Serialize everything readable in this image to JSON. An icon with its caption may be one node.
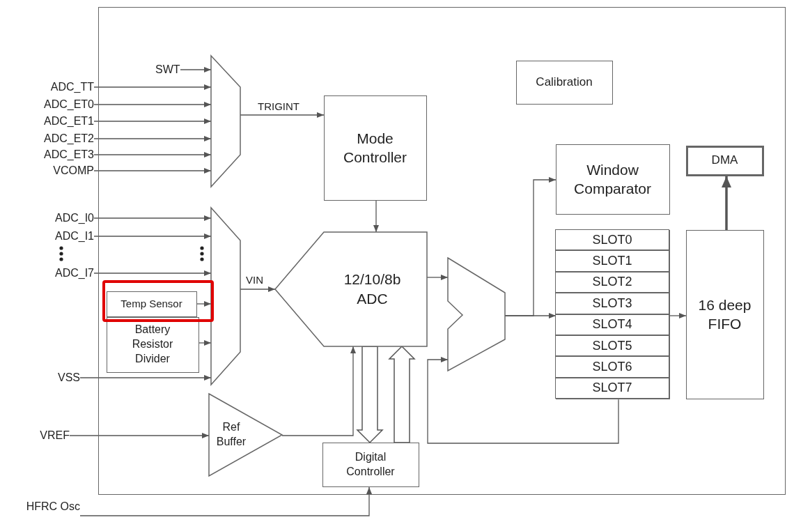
{
  "diagram": {
    "nodes": [
      {
        "text": [],
        "shape": "box"
      },
      {
        "text": [
          "SWT"
        ],
        "in": 0
      },
      {
        "text": [
          "ADC_TT"
        ]
      },
      {
        "text": [
          "ADC_ET0"
        ]
      },
      {
        "text": [
          "ADC_ET1"
        ]
      },
      {
        "text": [
          "ADC_ET2"
        ]
      },
      {
        "text": [
          "ADC_ET3"
        ]
      },
      {
        "text": [
          "VCOMP"
        ]
      },
      {
        "text": [],
        "shape": "trapezoid",
        "in": 0
      },
      {
        "text": [
          "Calibration"
        ],
        "in": 0
      },
      {
        "text": [
          "Mode Controller"
        ],
        "in": 0
      },
      {
        "text": [
          "ADC_I0"
        ]
      },
      {
        "text": [
          "ADC_I1"
        ]
      },
      {
        "text": [
          "ADC_I7"
        ]
      },
      {
        "text": [
          "Temp Sensor"
        ],
        "in": 0
      },
      {
        "text": [
          "Battery Resistor Divider"
        ],
        "in": 0
      },
      {
        "text": [
          "VSS"
        ]
      },
      {
        "text": [],
        "shape": "trapezoid",
        "in": 0
      },
      {
        "text": [
          "12/10/8b ADC"
        ],
        "in": 0
      },
      {
        "text": [
          "VREF"
        ]
      },
      {
        "text": [
          "Ref Buffer"
        ],
        "in": 0
      },
      {
        "text": [
          "Digital Controller"
        ],
        "in": 0
      },
      {
        "text": [
          "HFRC Osc"
        ]
      },
      {
        "text": [],
        "shape": "trapezoid",
        "in": 0
      },
      {
        "text": [
          "Window Comparator"
        ],
        "in": 0
      },
      {
        "text": [],
        "shape": "box",
        "in": 0
      },
      {
        "text": [
          "SLOT0"
        ],
        "in": 25
      },
      {
        "text": [
          "SLOT1"
        ],
        "in": 25
      },
      {
        "text": [
          "SLOT2"
        ],
        "in": 25
      },
      {
        "text": [
          "SLOT3"
        ],
        "in": 25
      },
      {
        "text": [
          "SLOT4"
        ],
        "in": 25
      },
      {
        "text": [
          "SLOT5"
        ],
        "in": 25
      },
      {
        "text": [
          "SLOT6"
        ],
        "in": 25
      },
      {
        "text": [
          "SLOT7"
        ],
        "in": 25
      },
      {
        "text": [
          "16 deep FIFO"
        ],
        "in": 0
      },
      {
        "text": [
          "DMA"
        ],
        "in": 0
      }
    ],
    "edges": [
      {
        "from": 1,
        "to": 8,
        "arrow": "to"
      },
      {
        "from": 2,
        "to": 8,
        "arrow": "to"
      },
      {
        "from": 3,
        "to": 8,
        "arrow": "to"
      },
      {
        "from": 4,
        "to": 8,
        "arrow": "to"
      },
      {
        "from": 5,
        "to": 8,
        "arrow": "to"
      },
      {
        "from": 6,
        "to": 8,
        "arrow": "to"
      },
      {
        "from": 7,
        "to": 8,
        "arrow": "to"
      },
      {
        "from": 8,
        "to": 10,
        "arrow": "to",
        "label": "TRIGINT"
      },
      {
        "from": 10,
        "to": 18,
        "arrow": "to"
      },
      {
        "from": 11,
        "to": 17,
        "arrow": "to"
      },
      {
        "from": 12,
        "to": 17,
        "arrow": "to"
      },
      {
        "from": 13,
        "to": 17,
        "arrow": "to"
      },
      {
        "from": 14,
        "to": 17,
        "arrow": "to"
      },
      {
        "from": 15,
        "to": 17,
        "arrow": "to"
      },
      {
        "from": 16,
        "to": 17,
        "arrow": "to"
      },
      {
        "from": 17,
        "to": 18,
        "arrow": "to",
        "label": "VIN"
      },
      {
        "from": 19,
        "to": 20,
        "arrow": "to"
      },
      {
        "from": 20,
        "to": 18,
        "arrow": "to"
      },
      {
        "from": 18,
        "to": 21,
        "arrow": "to",
        "style": "thick"
      },
      {
        "from": 21,
        "to": 18,
        "arrow": "to",
        "style": "thick"
      },
      {
        "from": 22,
        "to": 21,
        "arrow": "to"
      },
      {
        "from": 18,
        "to": 23,
        "arrow": "to"
      },
      {
        "from": 23,
        "to": 24,
        "arrow": "to"
      },
      {
        "from": 23,
        "to": 25,
        "arrow": "to"
      },
      {
        "from": 25,
        "to": 34,
        "arrow": "to"
      },
      {
        "from": 33,
        "to": 23,
        "arrow": "to"
      },
      {
        "from": 34,
        "to": 35,
        "arrow": "to",
        "style": "thick"
      }
    ]
  }
}
